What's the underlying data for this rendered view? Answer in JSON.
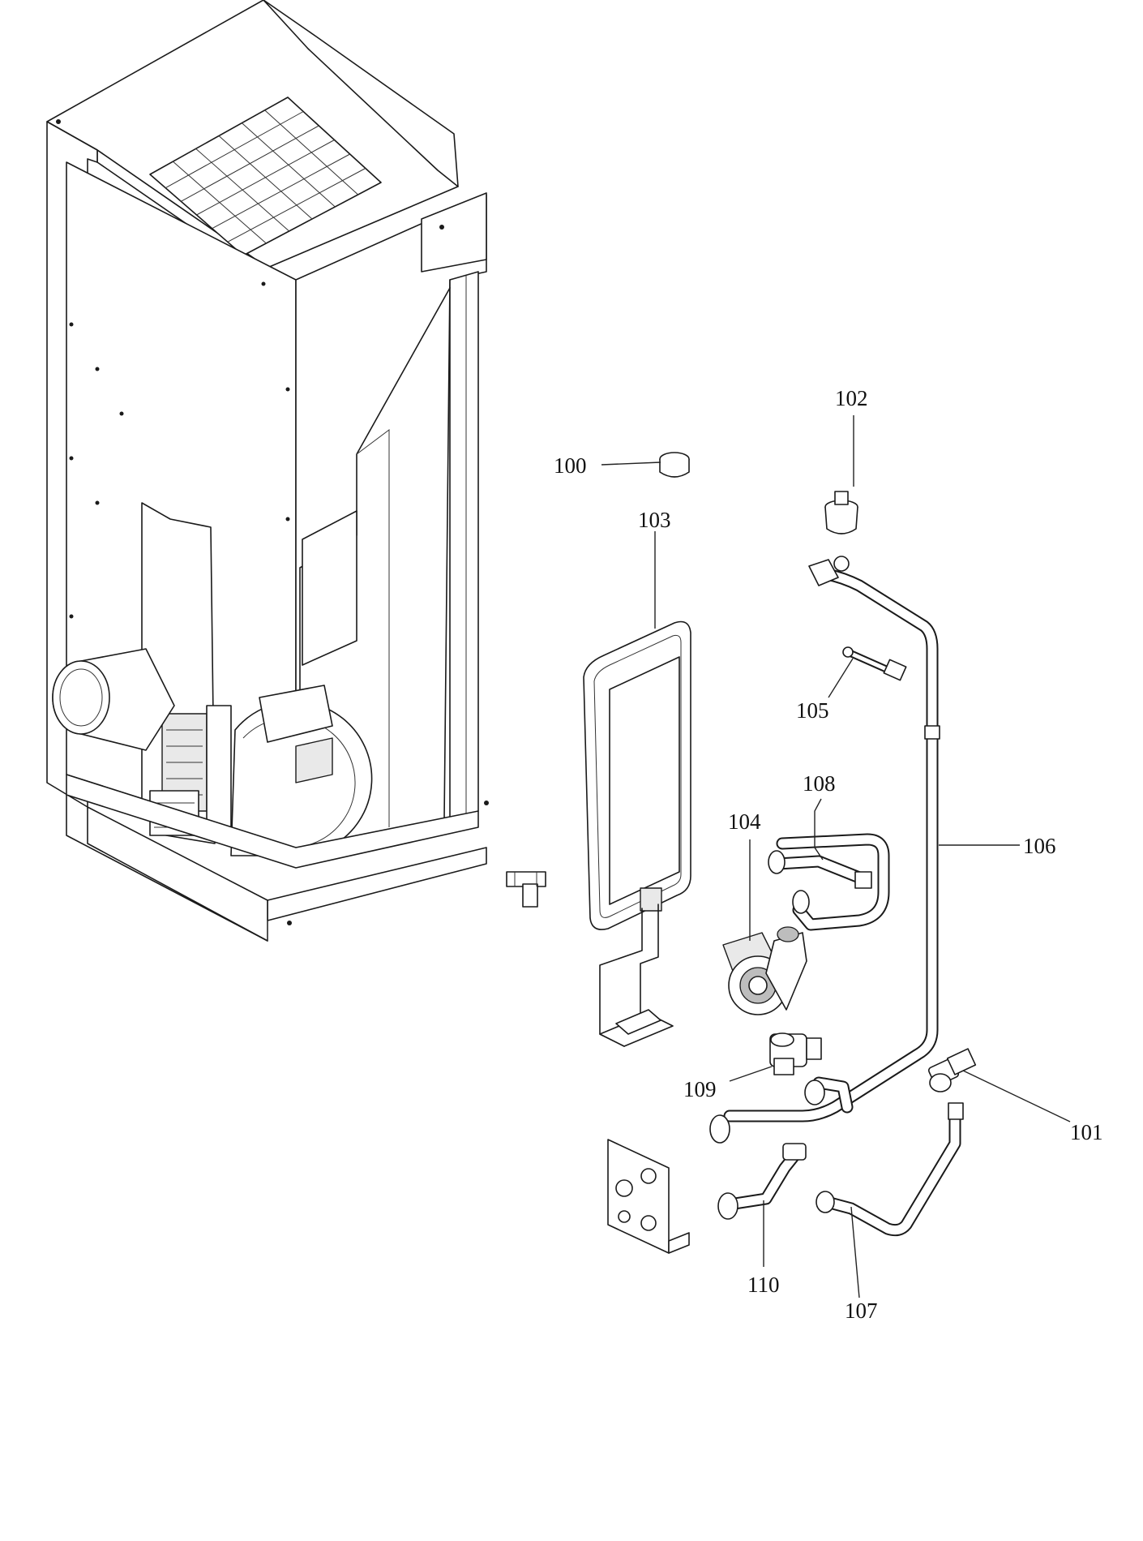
{
  "labels": {
    "p100": "100",
    "p101": "101",
    "p102": "102",
    "p103": "103",
    "p104": "104",
    "p105": "105",
    "p106": "106",
    "p107": "107",
    "p108": "108",
    "p109": "109",
    "p110": "110"
  }
}
